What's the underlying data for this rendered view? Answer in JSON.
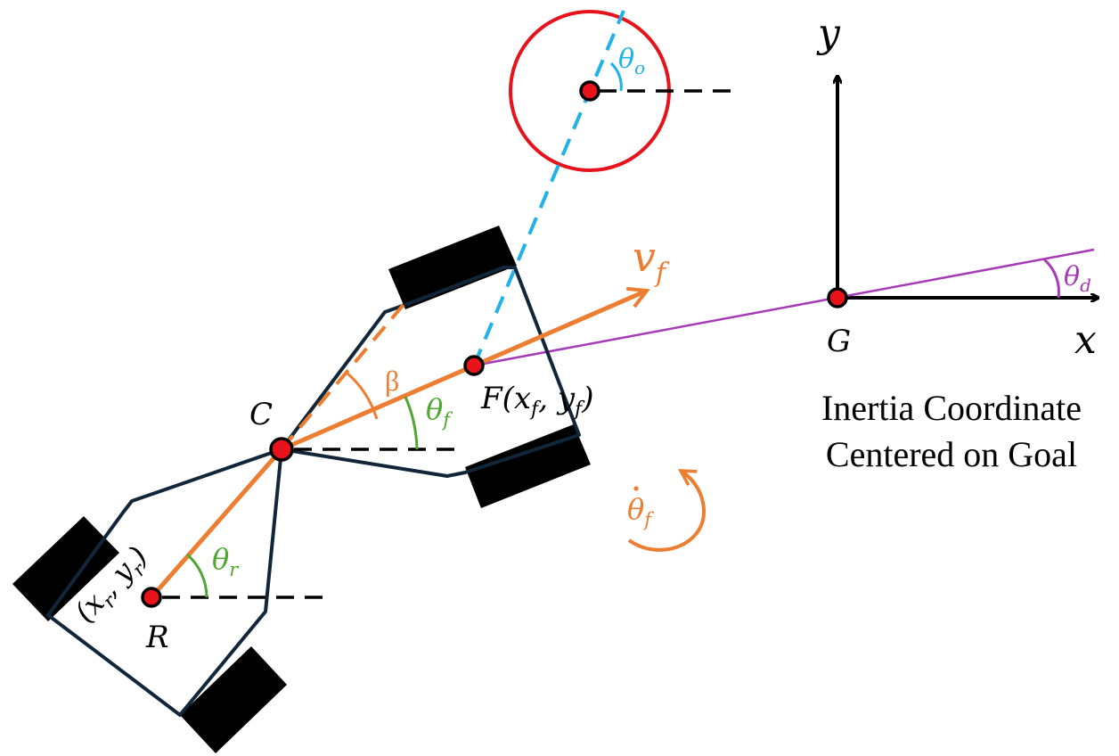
{
  "figure": {
    "labels": {
      "C": "C",
      "R": "R",
      "G": "G",
      "F_label": "F",
      "F_coords": "(x",
      "axis_x": "x",
      "axis_y": "y",
      "v_f": "v",
      "beta": "β",
      "theta": "θ"
    },
    "subscripts": {
      "f": "f",
      "r": "r",
      "o": "o",
      "d": "d"
    },
    "caption": {
      "line1": "Inertia Coordinate",
      "line2": "Centered on Goal"
    },
    "colors": {
      "orange": "#ED7D31",
      "green": "#4EA72E",
      "cyan": "#1FB2E8",
      "red": "#E8121B",
      "purple": "#A53BB5",
      "frame": "#12263A",
      "black": "#000000"
    }
  }
}
